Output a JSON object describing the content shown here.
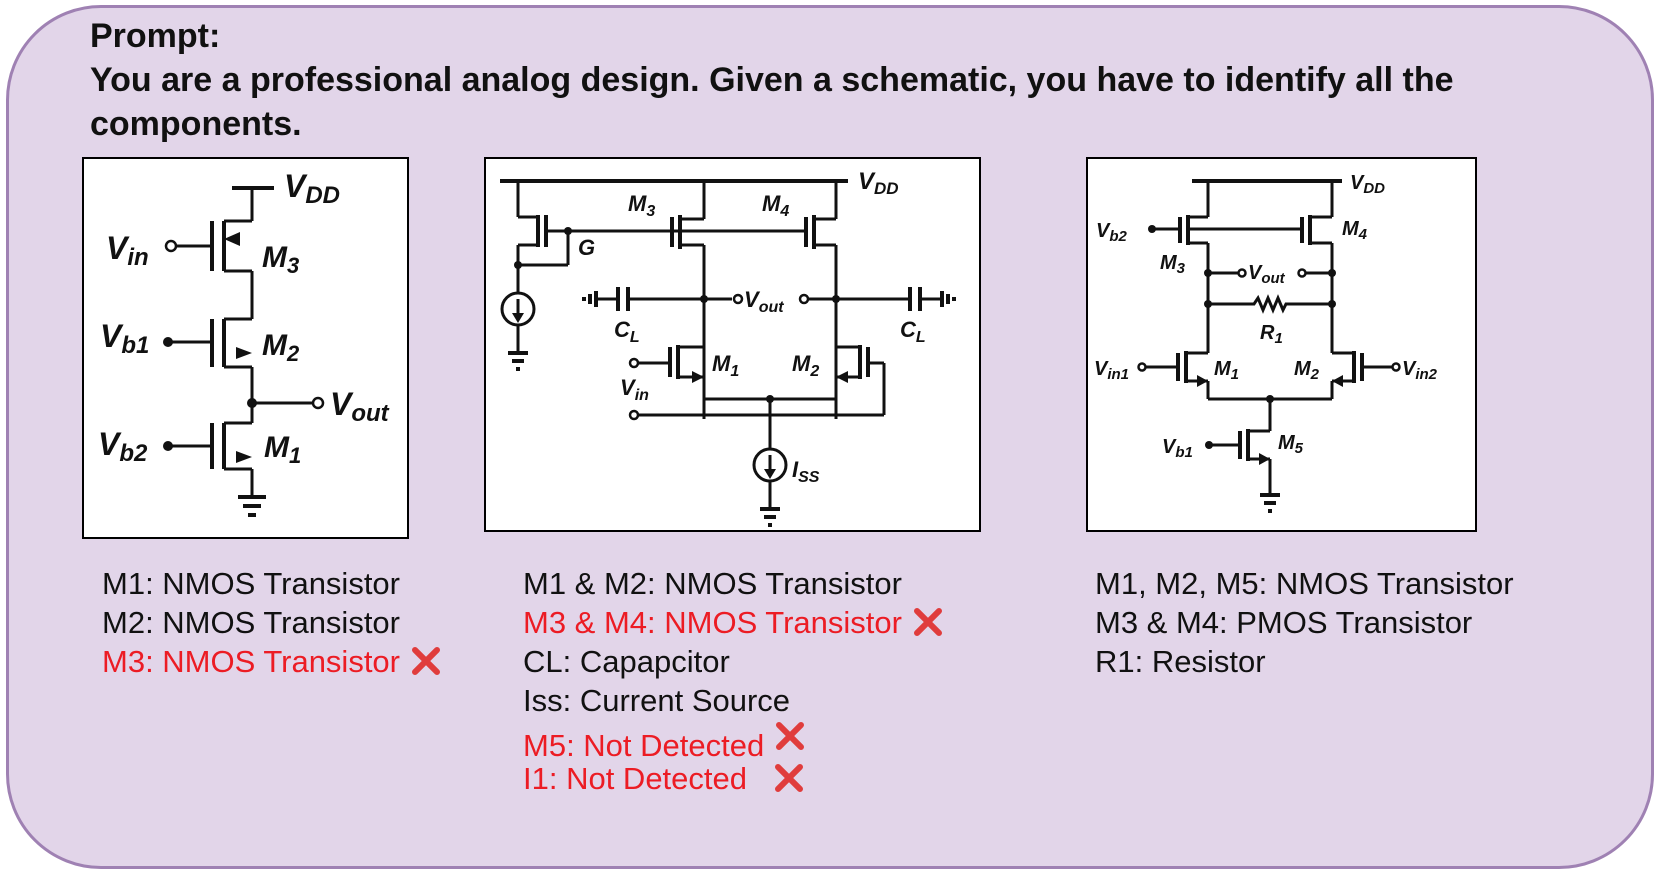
{
  "prompt": {
    "heading": "Prompt:",
    "text": "You are a professional analog design. Given a schematic, you have to identify all the components."
  },
  "schematic1": {
    "labels": {
      "vdd": "V",
      "vdd_sub": "DD",
      "vin": "V",
      "vin_sub": "in",
      "vb1": "V",
      "vb1_sub": "b1",
      "vb2": "V",
      "vb2_sub": "b2",
      "vout": "V",
      "vout_sub": "out",
      "m3": "M",
      "m3_sub": "3",
      "m2": "M",
      "m2_sub": "2",
      "m1": "M",
      "m1_sub": "1"
    },
    "answers": [
      {
        "text": "M1: NMOS Transistor",
        "wrong": false
      },
      {
        "text": "M2: NMOS Transistor",
        "wrong": false
      },
      {
        "text": "M3: NMOS Transistor",
        "wrong": true
      }
    ]
  },
  "schematic2": {
    "labels": {
      "vdd": "V",
      "vdd_sub": "DD",
      "m3": "M",
      "m3_sub": "3",
      "m4": "M",
      "m4_sub": "4",
      "g": "G",
      "cl_left": "C",
      "cl_left_sub": "L",
      "cl_right": "C",
      "cl_right_sub": "L",
      "vout": "V",
      "vout_sub": "out",
      "m1": "M",
      "m1_sub": "1",
      "m2": "M",
      "m2_sub": "2",
      "vin": "V",
      "vin_sub": "in",
      "iss": "I",
      "iss_sub": "SS"
    },
    "answers": [
      {
        "text": "M1 & M2: NMOS Transistor",
        "wrong": false
      },
      {
        "text": "M3 & M4: NMOS Transistor",
        "wrong": true
      },
      {
        "text": "CL: Capapcitor",
        "wrong": false
      },
      {
        "text": "Iss: Current Source",
        "wrong": false
      },
      {
        "text": "M5: Not Detected",
        "wrong": true
      },
      {
        "text": "I1: Not Detected",
        "wrong": true
      }
    ]
  },
  "schematic3": {
    "labels": {
      "vdd": "V",
      "vdd_sub": "DD",
      "vb2": "V",
      "vb2_sub": "b2",
      "m3": "M",
      "m3_sub": "3",
      "m4": "M",
      "m4_sub": "4",
      "vout": "V",
      "vout_sub": "out",
      "r1": "R",
      "r1_sub": "1",
      "vin1": "V",
      "vin1_sub": "in1",
      "vin2": "V",
      "vin2_sub": "in2",
      "m1": "M",
      "m1_sub": "1",
      "m2": "M",
      "m2_sub": "2",
      "vb1": "V",
      "vb1_sub": "b1",
      "m5": "M",
      "m5_sub": "5"
    },
    "answers": [
      {
        "text": "M1, M2, M5: NMOS Transistor",
        "wrong": false
      },
      {
        "text": "M3 & M4: PMOS Transistor",
        "wrong": false
      },
      {
        "text": "R1: Resistor",
        "wrong": false
      }
    ]
  },
  "colors": {
    "card_background": "#e2d5e9",
    "card_border": "#9f81b3",
    "wrong_text": "#ec1c24",
    "wrong_mark": "#e03c3c"
  },
  "icons": {
    "wrong_mark": "cross-mark-icon"
  }
}
